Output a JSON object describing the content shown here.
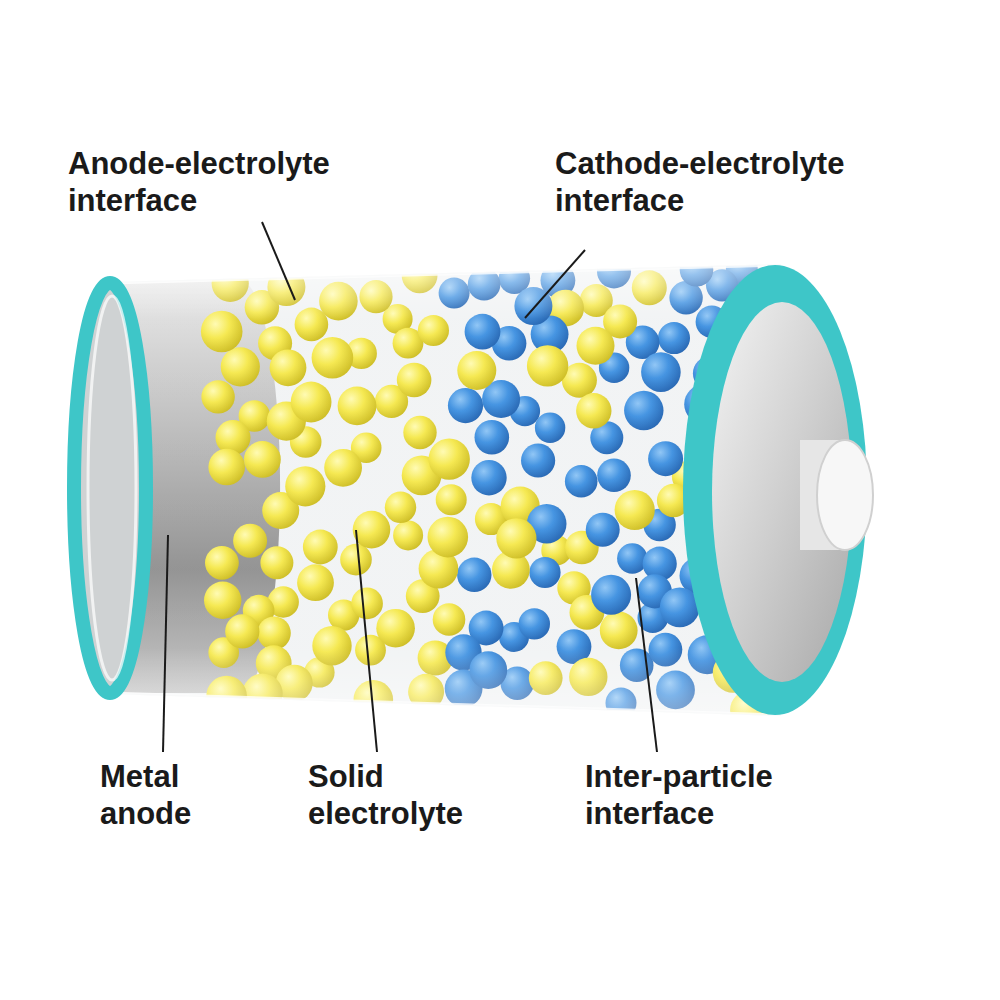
{
  "diagram": {
    "labels": [
      "Anode-electrolyte interface",
      "Cathode-electrolyte interface",
      "Metal anode",
      "Solid electrolyte",
      "Inter-particle interface"
    ]
  }
}
